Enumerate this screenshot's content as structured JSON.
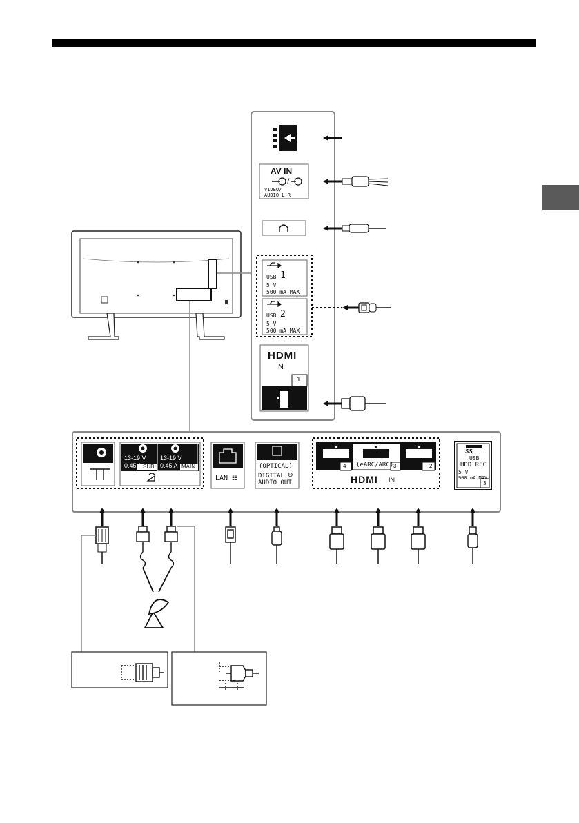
{
  "side_panel": {
    "av_in": {
      "title": "AV IN",
      "slash": "/",
      "sub1": "VIDEO/",
      "sub2": "AUDIO L-R"
    },
    "headphone_icon": "headphones-icon",
    "usb1": {
      "name": "USB",
      "num": "1",
      "volt": "5 V",
      "amp": "500 mA MAX"
    },
    "usb2": {
      "name": "USB",
      "num": "2",
      "volt": "5 V",
      "amp": "500 mA MAX"
    },
    "hdmi": {
      "logo": "HDMI",
      "in": "IN",
      "num": "1"
    }
  },
  "bottom_panel": {
    "sat_sub": {
      "volt": "13-19 V",
      "amp": "0.45 A",
      "tag": "SUB."
    },
    "sat_main": {
      "volt": "13-19 V",
      "amp": "0.45 A",
      "tag": "MAIN"
    },
    "lan": {
      "label": "LAN"
    },
    "optical": {
      "label": "(OPTICAL)",
      "line1": "DIGITAL",
      "line2": "AUDIO OUT"
    },
    "hdmi_group": {
      "p4": "4",
      "p3": "3",
      "p2": "2",
      "earc": "(eARC/ARC)",
      "logo": "HDMI",
      "in": "IN"
    },
    "usb3": {
      "logo": "SS",
      "l1": "USB",
      "l2": "HDD REC",
      "volt": "5 V",
      "amp": "900 mA MAX",
      "num": "3"
    }
  },
  "colors": {
    "ink": "#111111",
    "tab": "#5a5a5a",
    "frame": "#888888"
  }
}
